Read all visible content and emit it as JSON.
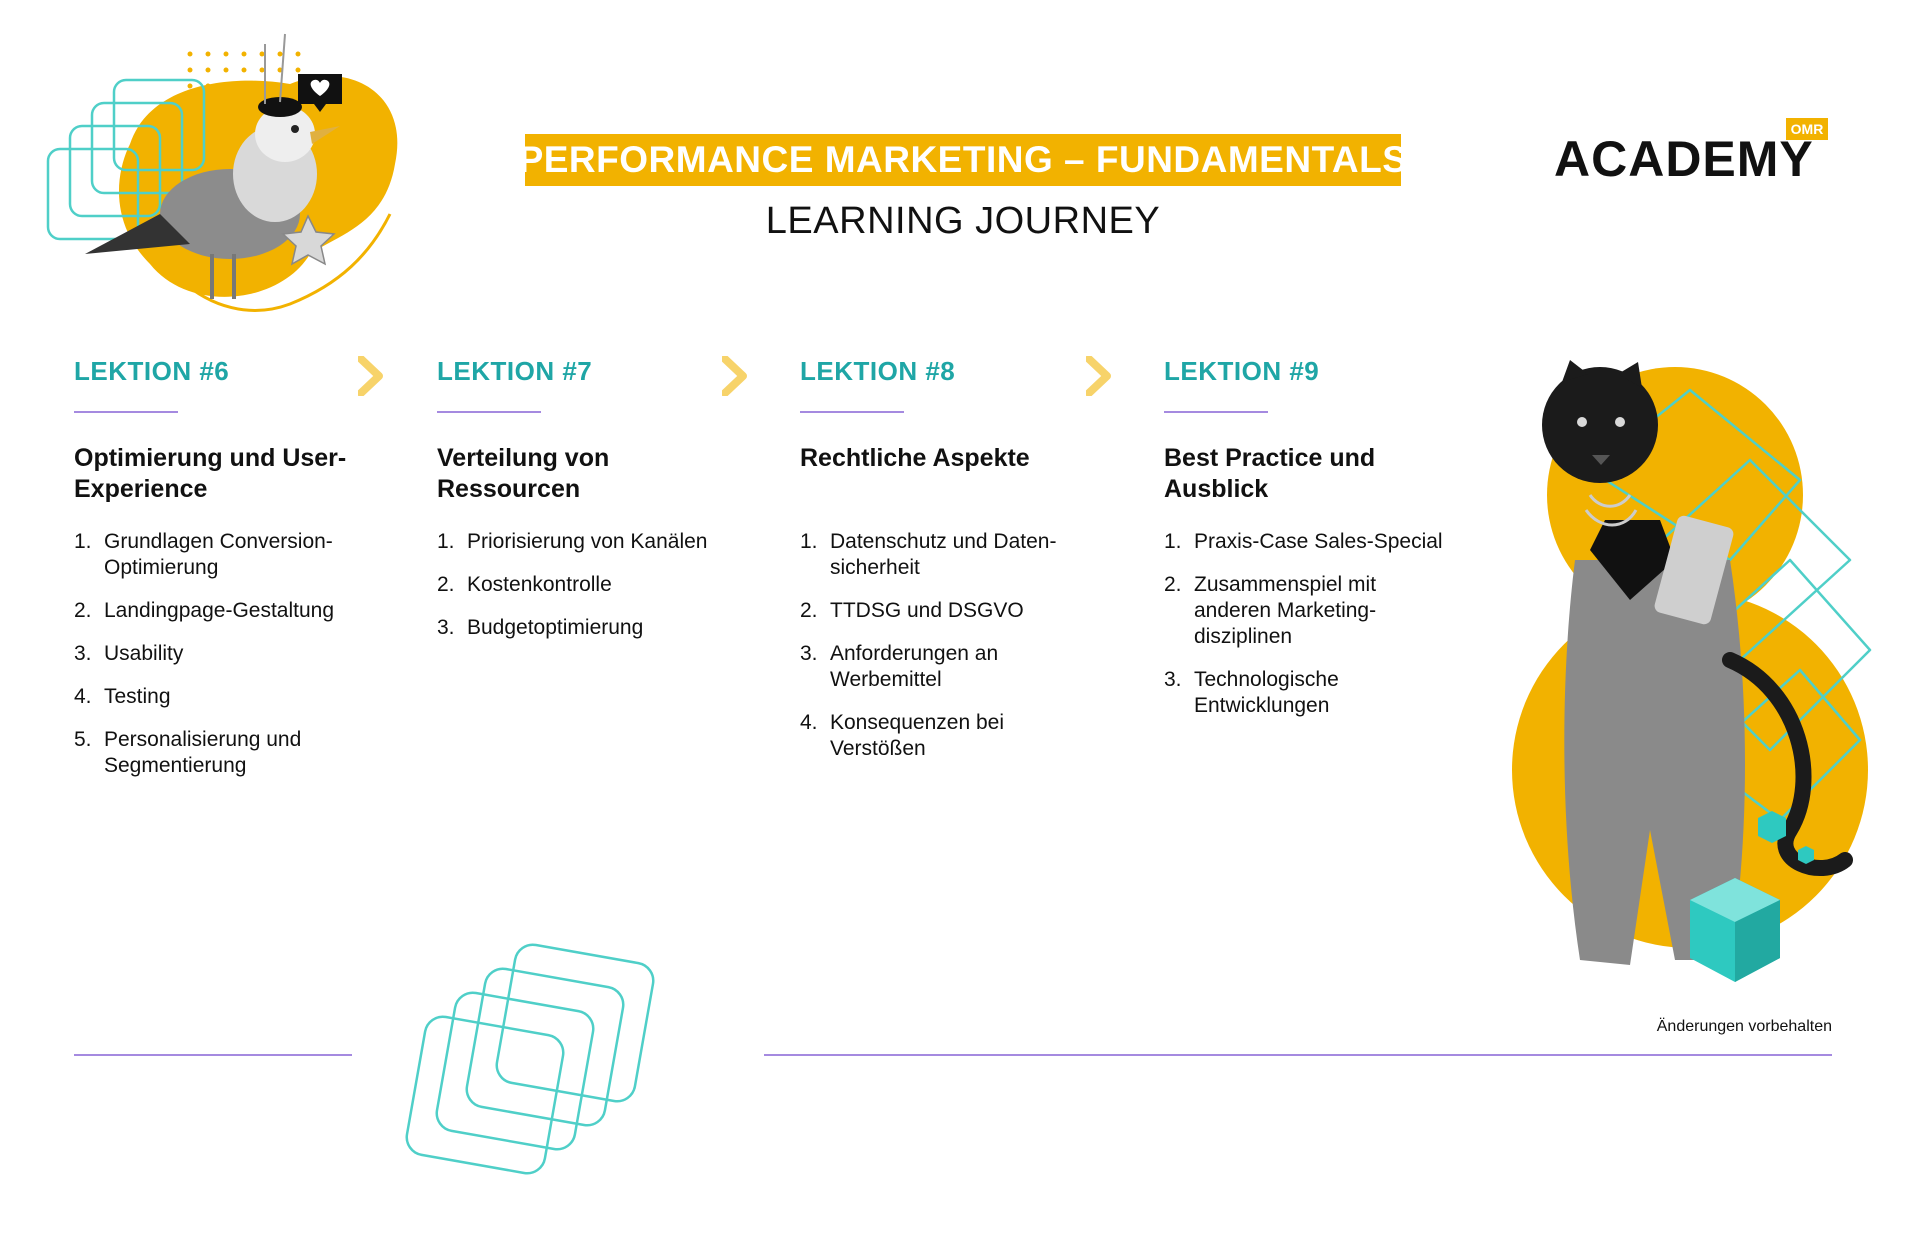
{
  "header": {
    "title": "PERFORMANCE MARKETING – FUNDAMENTALS",
    "subtitle": "LEARNING JOURNEY"
  },
  "logo": {
    "text": "ACADEMY",
    "badge": "OMR"
  },
  "colors": {
    "accent": "#f2b200",
    "teal": "#1fa6a6",
    "divider": "#a58ae0"
  },
  "lessons": [
    {
      "label": "LEKTION #6",
      "title": "Optimierung und User-Experience",
      "topics": [
        {
          "num": "1.",
          "text": "Grundlagen Conversion-Optimierung"
        },
        {
          "num": "2.",
          "text": "Landingpage-Gestaltung"
        },
        {
          "num": "3.",
          "text": "Usability"
        },
        {
          "num": "4.",
          "text": "Testing"
        },
        {
          "num": "5.",
          "text": "Personalisierung und Segmentierung"
        }
      ]
    },
    {
      "label": "LEKTION #7",
      "title": "Verteilung von Ressourcen",
      "topics": [
        {
          "num": "1.",
          "text": "Priorisierung von Kanälen"
        },
        {
          "num": "2.",
          "text": "Kostenkontrolle"
        },
        {
          "num": "3.",
          "text": "Budgetoptimierung"
        }
      ]
    },
    {
      "label": "LEKTION #8",
      "title": "Rechtliche Aspekte",
      "topics": [
        {
          "num": "1.",
          "text": "Datenschutz und Daten-sicherheit"
        },
        {
          "num": "2.",
          "text": "TTDSG und DSGVO"
        },
        {
          "num": "3.",
          "text": "Anforderungen an Werbemittel"
        },
        {
          "num": "4.",
          "text": "Konsequenzen bei Verstößen"
        }
      ]
    },
    {
      "label": "LEKTION #9",
      "title": "Best Practice und Ausblick",
      "topics": [
        {
          "num": "1.",
          "text": "Praxis-Case Sales-Special"
        },
        {
          "num": "2.",
          "text": "Zusammenspiel mit anderen Marketing-disziplinen"
        },
        {
          "num": "3.",
          "text": "Technologische Entwicklungen"
        }
      ]
    }
  ],
  "footer": {
    "note": "Änderungen vorbehalten"
  }
}
